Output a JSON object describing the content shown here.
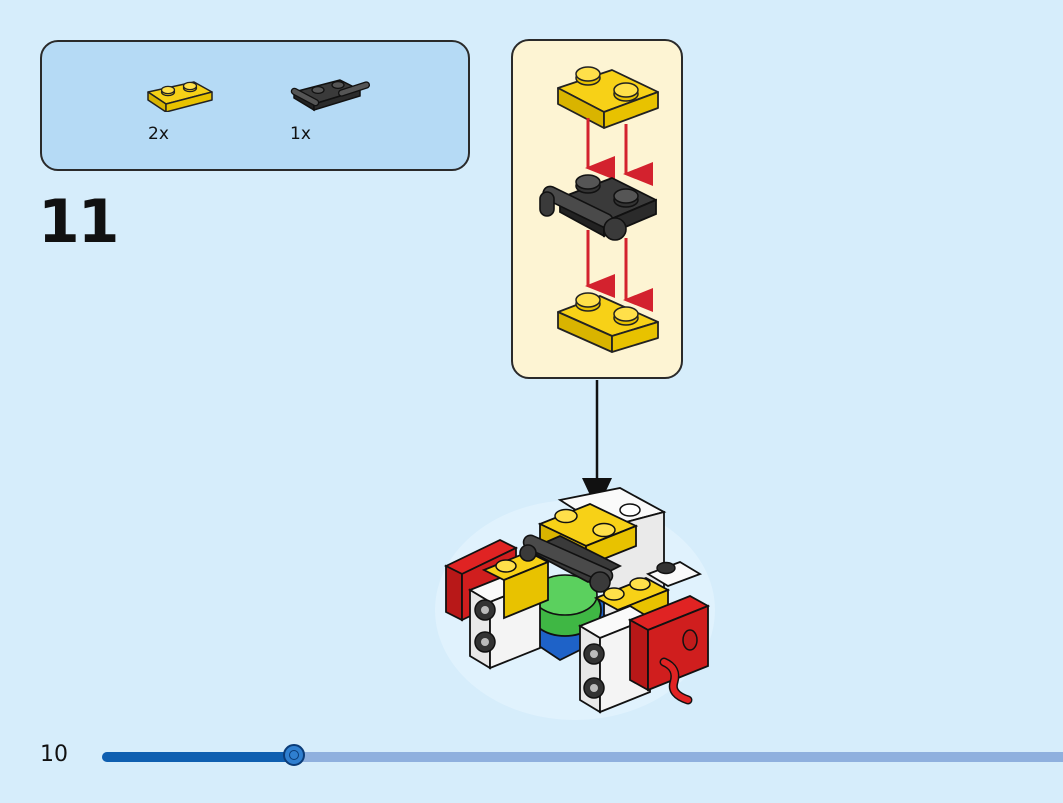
{
  "parts_list": {
    "items": [
      {
        "name": "yellow-plate-1x2",
        "color": "#f7d117",
        "count": "2x"
      },
      {
        "name": "black-plate-1x2-with-bar-handles",
        "color": "#3a3a3a",
        "count": "1x"
      }
    ]
  },
  "step": {
    "number": "11"
  },
  "page": {
    "number": "10"
  },
  "progress": {
    "fraction": 0.2
  }
}
